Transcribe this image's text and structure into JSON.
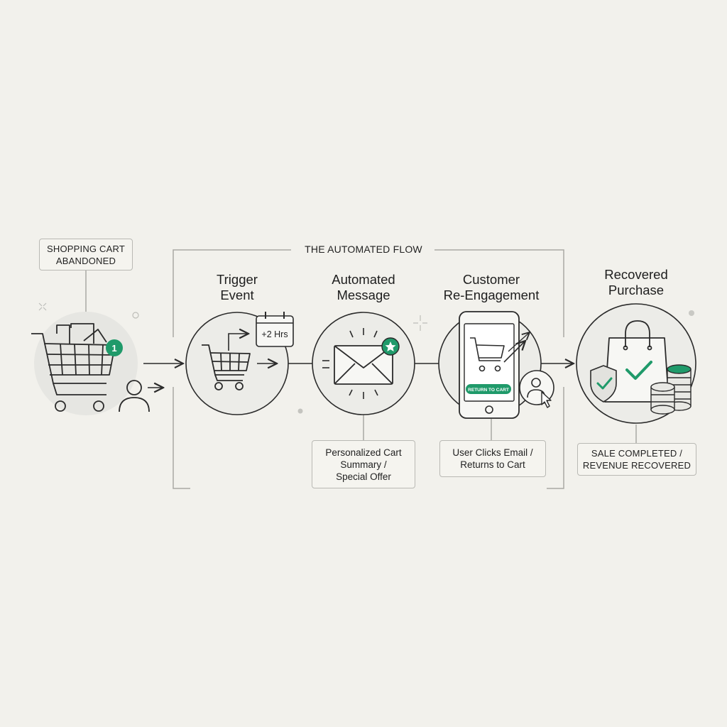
{
  "flow": {
    "title": "THE AUTOMATED FLOW"
  },
  "start": {
    "label_lines": [
      "SHOPPING CART",
      "ABANDONED"
    ],
    "badge_count": "1",
    "icons": [
      "shopping-cart-icon",
      "person-icon",
      "arrow-right-icon"
    ]
  },
  "steps": [
    {
      "title_lines": [
        "Trigger",
        "Event"
      ],
      "badge": "+2 Hrs",
      "icons": [
        "shopping-cart-icon",
        "calendar-icon",
        "arrow-right-icon"
      ]
    },
    {
      "title_lines": [
        "Automated",
        "Message"
      ],
      "label_lines": [
        "Personalized Cart",
        "Summary /",
        "Special Offer"
      ],
      "icons": [
        "envelope-icon",
        "star-badge-icon"
      ]
    },
    {
      "title_lines": [
        "Customer",
        "Re-Engagement"
      ],
      "phone_button": "RETURN TO CART",
      "label_lines": [
        "User Clicks Email /",
        "Returns to Cart"
      ],
      "icons": [
        "smartphone-icon",
        "shopping-cart-icon",
        "user-click-icon"
      ]
    }
  ],
  "result": {
    "title_lines": [
      "Recovered",
      "Purchase"
    ],
    "label_lines": [
      "SALE COMPLETED /",
      "REVENUE RECOVERED"
    ],
    "icons": [
      "shopping-bag-icon",
      "shield-check-icon",
      "coin-stack-icon",
      "sparkle-icon"
    ]
  },
  "colors": {
    "background": "#f2f1ec",
    "circle_fill": "#e6e6e2",
    "stroke": "#2b2b2b",
    "accent_green": "#1f9a6a",
    "connector": "#a9a9a4"
  }
}
